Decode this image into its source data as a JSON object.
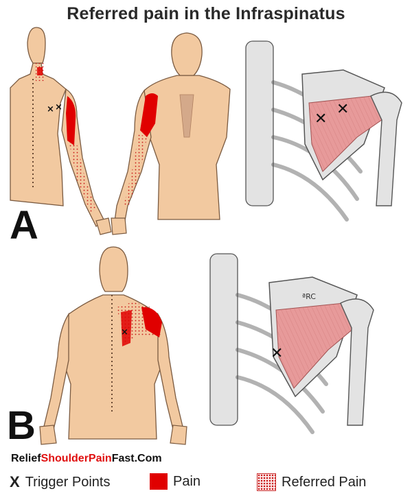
{
  "title": "Referred pain in the Infraspinatus",
  "panels": {
    "a_label": "A",
    "b_label": "B",
    "anatomy_label": "ªRC"
  },
  "website": {
    "prefix": "Relief",
    "highlight": "ShoulderPain",
    "suffix": "Fast.Com"
  },
  "legend": {
    "trigger_symbol": "X",
    "trigger_label": "Trigger Points",
    "pain_label": "Pain",
    "referred_label": "Referred Pain"
  },
  "colors": {
    "skin": "#f2c9a0",
    "skin_outline": "#7a5a40",
    "pain": "#e00000",
    "referred": "#c81414",
    "muscle": "#e79a9a",
    "bone": "#e3e3e3",
    "bone_outline": "#555555"
  }
}
